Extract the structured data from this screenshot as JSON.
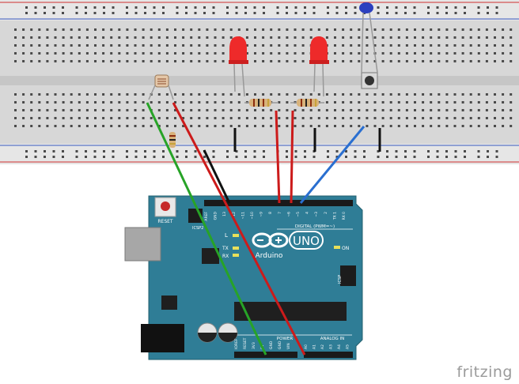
{
  "board": {
    "reset_label": "RESET",
    "icsp_label": "ICSP2",
    "icsp_right_label": "ICSP",
    "led_l_label": "L",
    "tx_label": "TX",
    "rx_label": "RX",
    "on_label": "ON",
    "digital_label": "DIGITAL (PWM=~)",
    "brand_uno": "UNO",
    "brand_arduino": "Arduino",
    "analog_label": "ANALOG IN",
    "power_label": "POWER",
    "digital_pins": [
      "AREF",
      "GND",
      "13",
      "12",
      "~11",
      "~10",
      "~9",
      "8",
      "7",
      "~6",
      "~5",
      "4",
      "~3",
      "2",
      "TX 1",
      "RX 0"
    ],
    "power_pins": [
      "IOREF",
      "RESET",
      "3V3",
      "5V",
      "GND",
      "GND",
      "VIN"
    ],
    "analog_pins": [
      "A0",
      "A1",
      "A2",
      "A3",
      "A4",
      "A5"
    ]
  },
  "footer": {
    "brand": "fritzing"
  },
  "colors": {
    "board": "#2f7d96",
    "wire_red": "#cc1b1b",
    "wire_green": "#27a327",
    "wire_black": "#111111",
    "wire_blue": "#2a6fd0",
    "led": "#ee2a2a"
  }
}
